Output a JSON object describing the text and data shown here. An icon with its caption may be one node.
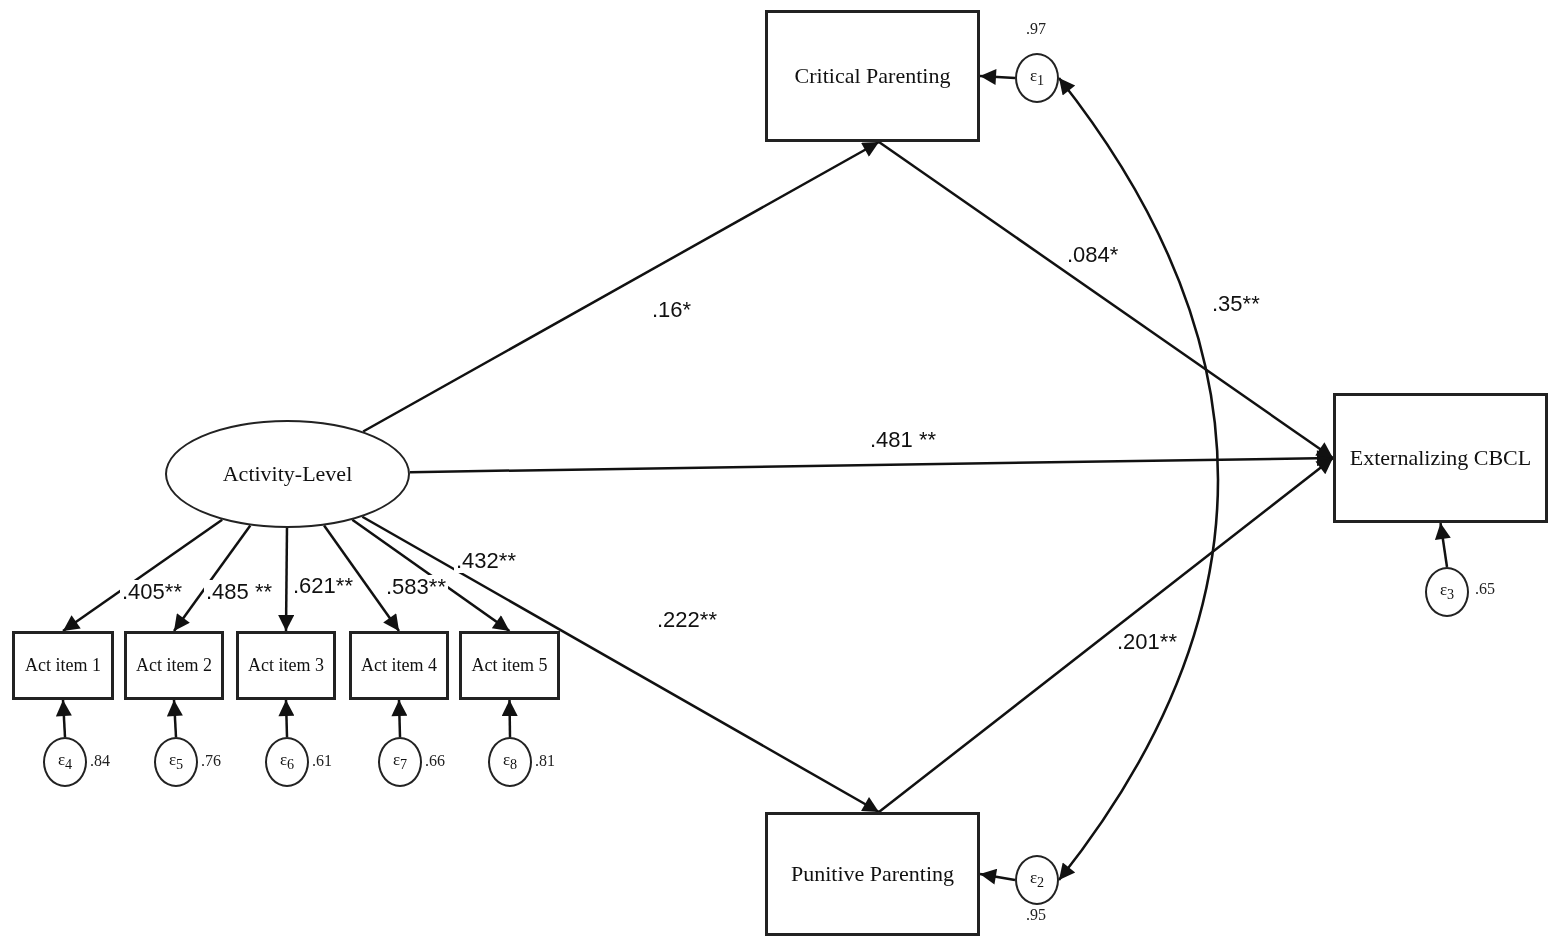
{
  "diagram": {
    "nodes": [
      {
        "text": [
          "Activity-Level"
        ]
      },
      {
        "text": [
          "Critical Parenting"
        ]
      },
      {
        "text": [
          "ε$_{1}$"
        ],
        "beside": [
          ".97"
        ]
      },
      {
        "text": [
          "Externalizing CBCL"
        ]
      },
      {
        "text": [
          "ε$_{3}$"
        ],
        "beside": [
          ".65"
        ]
      },
      {
        "text": [
          "Punitive Parenting"
        ]
      },
      {
        "text": [
          "ε$_{2}$"
        ],
        "beside": [
          ".95"
        ]
      },
      {
        "text": [
          "Act item 1"
        ]
      },
      {
        "text": [
          "Act item 2"
        ]
      },
      {
        "text": [
          "Act item 3"
        ]
      },
      {
        "text": [
          "Act item 4"
        ]
      },
      {
        "text": [
          "Act item 5"
        ]
      },
      {
        "text": [
          "ε$_{4}$"
        ],
        "beside": [
          ".84"
        ]
      },
      {
        "text": [
          "ε$_{5}$"
        ],
        "beside": [
          ".76"
        ]
      },
      {
        "text": [
          "ε$_{6}$"
        ],
        "beside": [
          ".61"
        ]
      },
      {
        "text": [
          "ε$_{7}$"
        ],
        "beside": [
          ".66"
        ]
      },
      {
        "text": [
          "ε$_{8}$"
        ],
        "beside": [
          ".81"
        ]
      }
    ],
    "edges": [
      {
        "from": 0,
        "to": 1,
        "arrow": "to",
        "label": ".16*"
      },
      {
        "from": 0,
        "to": 3,
        "arrow": "to",
        "label": ".481 **"
      },
      {
        "from": 0,
        "to": 5,
        "arrow": "to",
        "label": ".222**"
      },
      {
        "from": 1,
        "to": 3,
        "arrow": "to",
        "label": ".084*"
      },
      {
        "from": 5,
        "to": 3,
        "arrow": "to",
        "label": ".201**"
      },
      {
        "from": 2,
        "to": 1,
        "arrow": "to"
      },
      {
        "from": 6,
        "to": 5,
        "arrow": "to"
      },
      {
        "from": 4,
        "to": 3,
        "arrow": "to"
      },
      {
        "from": 2,
        "to": 6,
        "arrow": "both",
        "label": ".35**"
      },
      {
        "from": 0,
        "to": 7,
        "arrow": "to",
        "label": ".405**"
      },
      {
        "from": 0,
        "to": 8,
        "arrow": "to",
        "label": ".485 **"
      },
      {
        "from": 0,
        "to": 9,
        "arrow": "to",
        "label": ".621**"
      },
      {
        "from": 0,
        "to": 10,
        "arrow": "to",
        "label": ".583**"
      },
      {
        "from": 0,
        "to": 11,
        "arrow": "to",
        "label": ".432**"
      },
      {
        "from": 12,
        "to": 7,
        "arrow": "to"
      },
      {
        "from": 13,
        "to": 8,
        "arrow": "to"
      },
      {
        "from": 14,
        "to": 9,
        "arrow": "to"
      },
      {
        "from": 15,
        "to": 10,
        "arrow": "to"
      },
      {
        "from": 16,
        "to": 11,
        "arrow": "to"
      }
    ]
  }
}
